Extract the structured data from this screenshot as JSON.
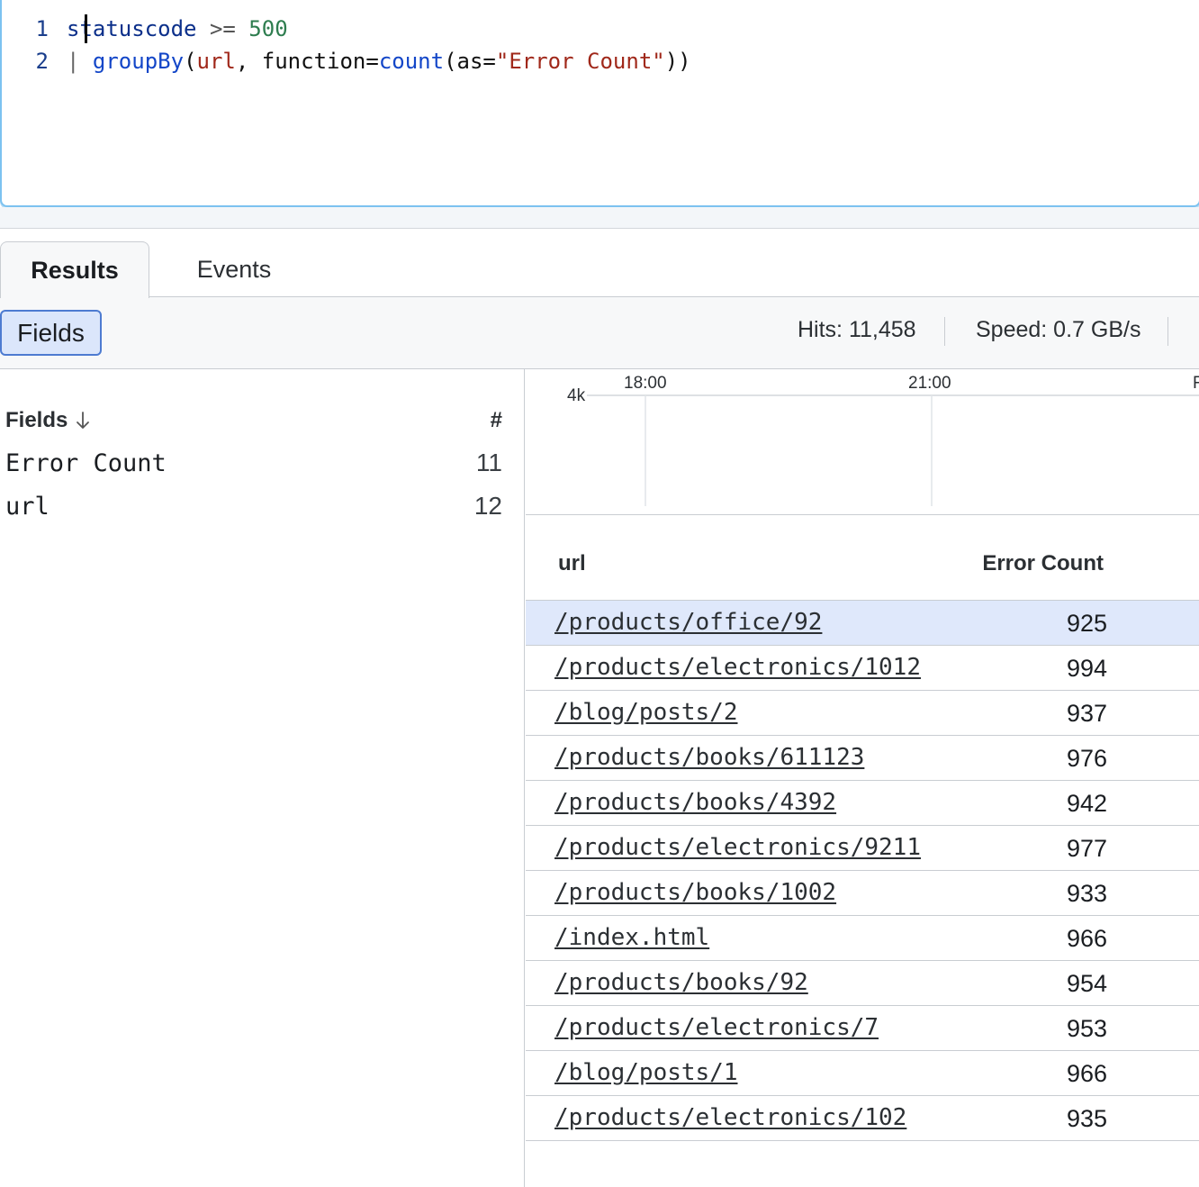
{
  "editor": {
    "lines": [
      {
        "number": "1",
        "tokens": [
          {
            "text": "statuscode",
            "kind": "ident"
          },
          {
            "text": " >= ",
            "kind": "op"
          },
          {
            "text": "500",
            "kind": "num"
          }
        ]
      },
      {
        "number": "2",
        "tokens": [
          {
            "text": "| ",
            "kind": "pipe"
          },
          {
            "text": "groupBy",
            "kind": "func"
          },
          {
            "text": "(",
            "kind": "plain"
          },
          {
            "text": "url",
            "kind": "field"
          },
          {
            "text": ", function=",
            "kind": "plain"
          },
          {
            "text": "count",
            "kind": "func"
          },
          {
            "text": "(as=",
            "kind": "plain"
          },
          {
            "text": "\"Error Count\"",
            "kind": "str"
          },
          {
            "text": "))",
            "kind": "plain"
          }
        ]
      }
    ]
  },
  "tabs": [
    {
      "label": "Results",
      "active": true
    },
    {
      "label": "Events",
      "active": false
    }
  ],
  "toolbar": {
    "fields_label": "Fields",
    "hits": "Hits: 11,458",
    "speed": "Speed: 0.7 GB/s"
  },
  "fields_panel": {
    "header_label": "Fields",
    "count_header": "#",
    "fields": [
      {
        "name": "Error Count",
        "count": "11"
      },
      {
        "name": "url",
        "count": "12"
      }
    ]
  },
  "timechart": {
    "y_tick": "4k",
    "x_ticks": [
      "18:00",
      "21:00"
    ],
    "x_tick_cut": "F"
  },
  "table": {
    "columns": [
      "url",
      "Error Count"
    ],
    "rows": [
      {
        "url": "/products/office/92",
        "count": "925",
        "selected": true
      },
      {
        "url": "/products/electronics/1012",
        "count": "994"
      },
      {
        "url": "/blog/posts/2",
        "count": "937"
      },
      {
        "url": "/products/books/611123",
        "count": "976"
      },
      {
        "url": "/products/books/4392",
        "count": "942"
      },
      {
        "url": "/products/electronics/9211",
        "count": "977"
      },
      {
        "url": "/products/books/1002",
        "count": "933"
      },
      {
        "url": "/index.html",
        "count": "966"
      },
      {
        "url": "/products/books/92",
        "count": "954"
      },
      {
        "url": "/products/electronics/7",
        "count": "953"
      },
      {
        "url": "/blog/posts/1",
        "count": "966"
      },
      {
        "url": "/products/electronics/102",
        "count": "935"
      }
    ]
  },
  "colors": {
    "accent": "#4d7bd1",
    "selected_row": "#dfe8fb",
    "editor_border": "#7cc2f0"
  }
}
